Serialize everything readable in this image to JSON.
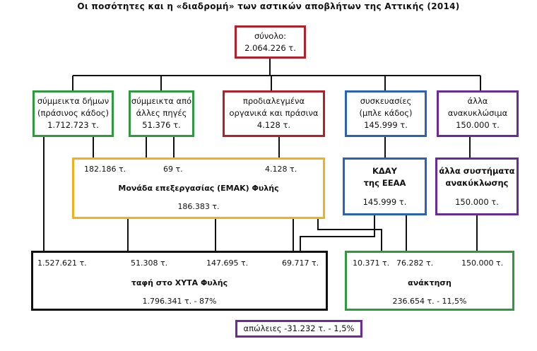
{
  "title": "Οι ποσότητες και η «διαδρομή» των αστικών αποβλήτων της Αττικής (2014)",
  "total": {
    "label": "σύνολο:",
    "value": "2.064.226 τ."
  },
  "sources": [
    {
      "l1": "σύμμεικτα δήμων",
      "l2": "(πράσινος κάδος)",
      "l3": "1.712.723 τ."
    },
    {
      "l1": "σύμμεικτα από",
      "l2": "άλλες πηγές",
      "l3": "51.376 τ."
    },
    {
      "l1": "προδιαλεγμένα",
      "l2": "οργανικά και πράσινα",
      "l3": "4.128 τ."
    },
    {
      "l1": "συσκευασίες",
      "l2": "(μπλε κάδος)",
      "l3": "145.999 τ."
    },
    {
      "l1": "άλλα",
      "l2": "ανακυκλώσιμα",
      "l3": "150.000 τ."
    }
  ],
  "emak": {
    "in1": "182.186 τ.",
    "in2": "69 τ.",
    "in3": "4.128 τ.",
    "name": "Μονάδα επεξεργασίας (ΕΜΑΚ) Φυλής",
    "value": "186.383 τ."
  },
  "kdau": {
    "l1": "ΚΔΑΥ",
    "l2": "της ΕΕΑΑ",
    "value": "145.999 τ."
  },
  "other_systems": {
    "l1": "άλλα συστήματα",
    "l2": "ανακύκλωσης",
    "value": "150.000 τ."
  },
  "landfill": {
    "in1": "1.527.621 τ.",
    "in2": "51.308 τ.",
    "in3": "147.695 τ.",
    "in4": "69.717 τ.",
    "name": "ταφή στο ΧΥΤΑ Φυλής",
    "value": "1.796.341 τ. - 87%"
  },
  "recovery": {
    "in1": "10.371 τ.",
    "in2": "76.282 τ.",
    "in3": "150.000 τ.",
    "name": "ανάκτηση",
    "value": "236.654 τ. - 11,5%"
  },
  "losses": {
    "label": "απώλειες -31.232 τ. - 1,5%"
  },
  "colors": {
    "red": "#b4202a",
    "green": "#2e9a3b",
    "blue": "#2a63b4",
    "purple": "#6b2a9a",
    "yellow": "#f2b01e",
    "black": "#111111"
  }
}
